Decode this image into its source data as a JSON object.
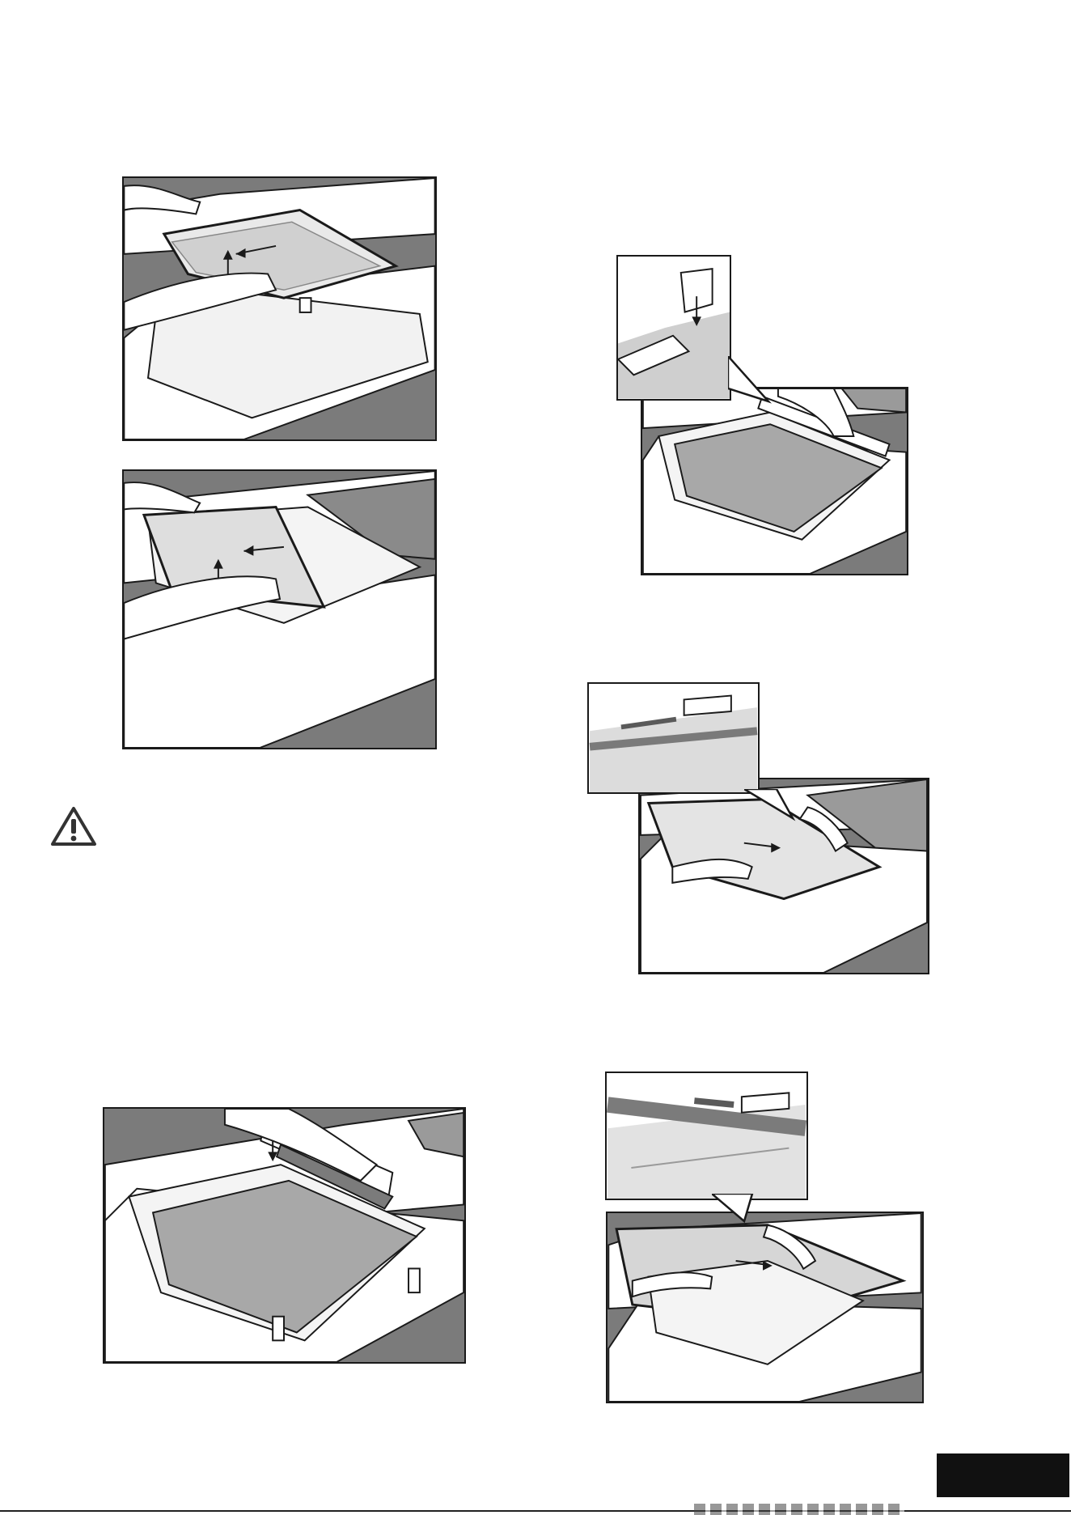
{
  "figures": [
    {
      "id": "fig-1",
      "icon": "lift-inner-glass-illustration"
    },
    {
      "id": "fig-2",
      "icon": "slide-out-glass-illustration"
    },
    {
      "id": "fig-3",
      "icon": "remove-door-profile-illustration"
    },
    {
      "id": "fig-4",
      "icon": "refit-door-profile-illustration"
    },
    {
      "id": "fig-5",
      "icon": "insert-middle-glass-illustration"
    },
    {
      "id": "fig-6",
      "icon": "insert-inner-glass-illustration"
    }
  ],
  "warning": {
    "icon": "warning-triangle-icon",
    "color": "#333333"
  },
  "page_tab": {
    "color": "#111111"
  },
  "colors": {
    "background": "#7b7b7b",
    "line": "#1a1a1a",
    "panel": "#ffffff",
    "glass": "#bdbdbd"
  }
}
